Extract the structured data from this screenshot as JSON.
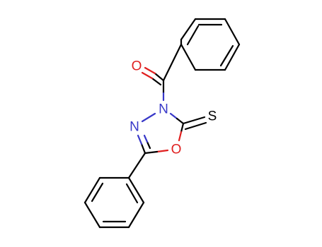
{
  "molecule": {
    "atoms": {
      "carbonyl_oxygen": {
        "symbol": "O",
        "color": "#e02020"
      },
      "ring_nitrogen_3": {
        "symbol": "N",
        "color": "#3838c8"
      },
      "ring_nitrogen_4": {
        "symbol": "N",
        "color": "#3838c8"
      },
      "ring_oxygen": {
        "symbol": "O",
        "color": "#e02020"
      },
      "thione_sulfur": {
        "symbol": "S",
        "color": "#000000"
      }
    }
  }
}
